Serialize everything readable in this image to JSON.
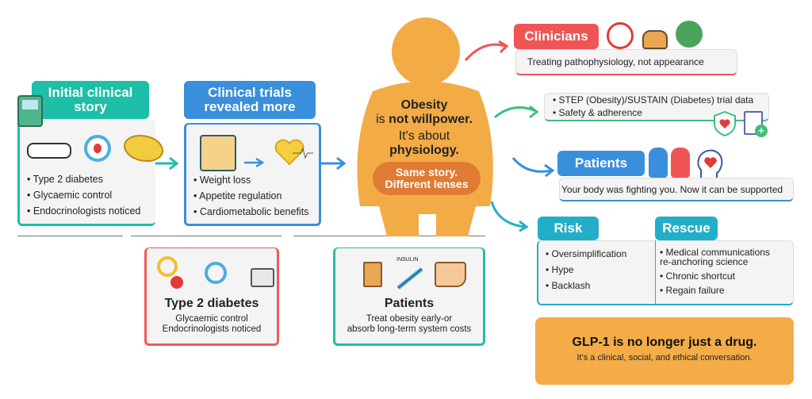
{
  "initial": {
    "title": "Initial clinical story",
    "bullets": [
      "Type 2 diabetes",
      "Glycaemic control",
      "Endocrinologists noticed"
    ]
  },
  "trials": {
    "title": "Clinical trials revealed more",
    "bullets": [
      "Weight loss",
      "Appetite regulation",
      "Cardiometabolic benefits"
    ]
  },
  "center": {
    "line1": "Obesity",
    "line2a": "is ",
    "line2b": "not willpower.",
    "line3": "It's about",
    "line4": "physiology.",
    "pill": "Same story. Different lenses"
  },
  "t2d": {
    "title": "Type 2 diabetes",
    "line1": "Glycaemic control",
    "line2": "Endocrinologists noticed"
  },
  "patients_card": {
    "insulin_label": "INSULIN",
    "title": "Patients",
    "line1": "Treat obesity early-or",
    "line2": "absorb long-term system costs"
  },
  "clinicians": {
    "title": "Clinicians",
    "text": "Treating pathophysiology, not appearance"
  },
  "trial_data": {
    "bullets": [
      "STEP (Obesity)/SUSTAIN (Diabetes) trial data",
      "Safety & adherence"
    ]
  },
  "patients": {
    "title": "Patients",
    "text": "Your body was fighting you. Now it can be supported"
  },
  "risk": {
    "title": "Risk",
    "bullets": [
      "Oversimplification",
      "Hype",
      "Backlash"
    ]
  },
  "rescue": {
    "title": "Rescue",
    "bullets": [
      "Medical communications re-anchoring science",
      "Chronic shortcut",
      "Regain failure"
    ]
  },
  "conclusion": {
    "title": "GLP-1 is no longer just a drug.",
    "subtitle": "It's a clinical, social, and ethical conversation."
  },
  "colors": {
    "teal": "#1dbfa8",
    "blue": "#3a8fdc",
    "orange": "#f3ab46",
    "dark_orange": "#e07b34",
    "red": "#f05556",
    "cyan": "#22aec8"
  }
}
